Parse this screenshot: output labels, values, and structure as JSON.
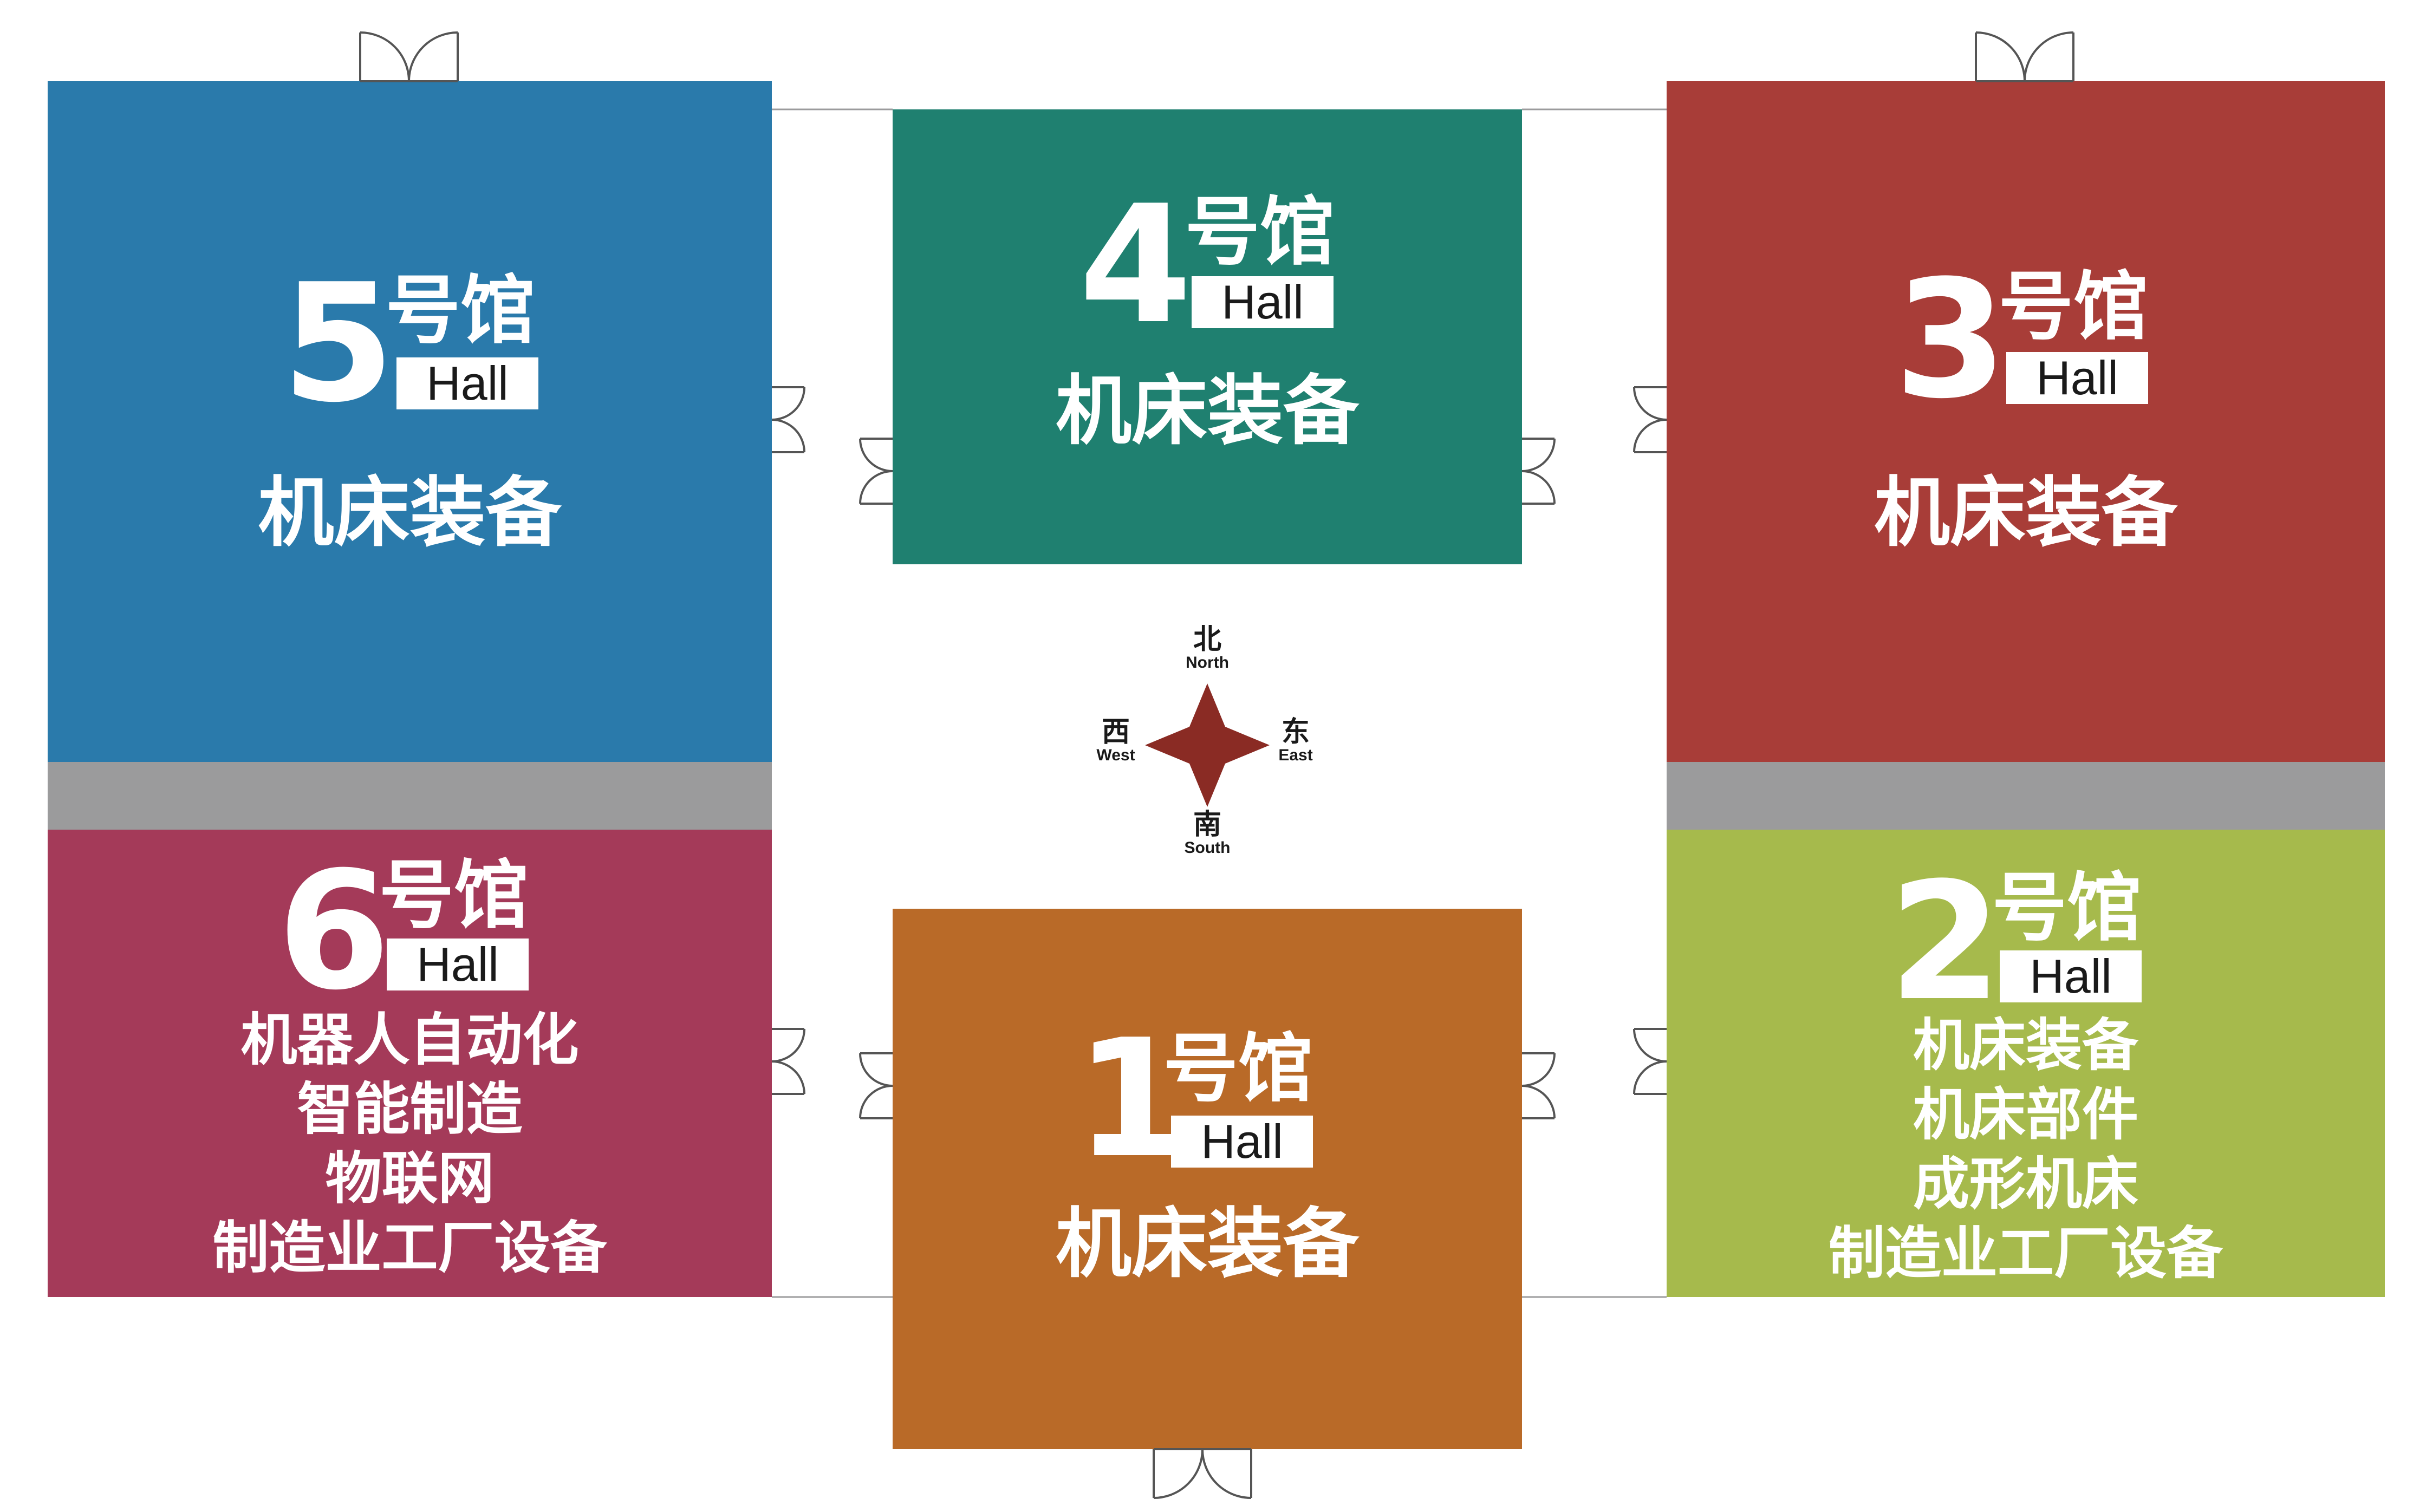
{
  "colors": {
    "hall1": "#b96a28",
    "hall2": "#a6ba4c",
    "hall3": "#a83d38",
    "hall4": "#1f8070",
    "hall5": "#2a7aab",
    "hall6": "#a43a59",
    "connector": "#9b9b9c",
    "compass": "#8a2b24"
  },
  "hall_word": "号馆",
  "hall_en": "Hall",
  "halls": {
    "hall1": {
      "number": "1",
      "categories": [
        "机床装备"
      ]
    },
    "hall2": {
      "number": "2",
      "categories": [
        "机床装备",
        "机床部件",
        "成形机床",
        "制造业工厂设备"
      ]
    },
    "hall3": {
      "number": "3",
      "categories": [
        "机床装备"
      ]
    },
    "hall4": {
      "number": "4",
      "categories": [
        "机床装备"
      ]
    },
    "hall5": {
      "number": "5",
      "categories": [
        "机床装备"
      ]
    },
    "hall6": {
      "number": "6",
      "categories": [
        "机器人自动化",
        "智能制造",
        "物联网",
        "制造业工厂设备"
      ]
    }
  },
  "compass": {
    "north_cn": "北",
    "north_en": "North",
    "south_cn": "南",
    "south_en": "South",
    "east_cn": "东",
    "east_en": "East",
    "west_cn": "西",
    "west_en": "West",
    "icon": "compass-star-icon"
  }
}
